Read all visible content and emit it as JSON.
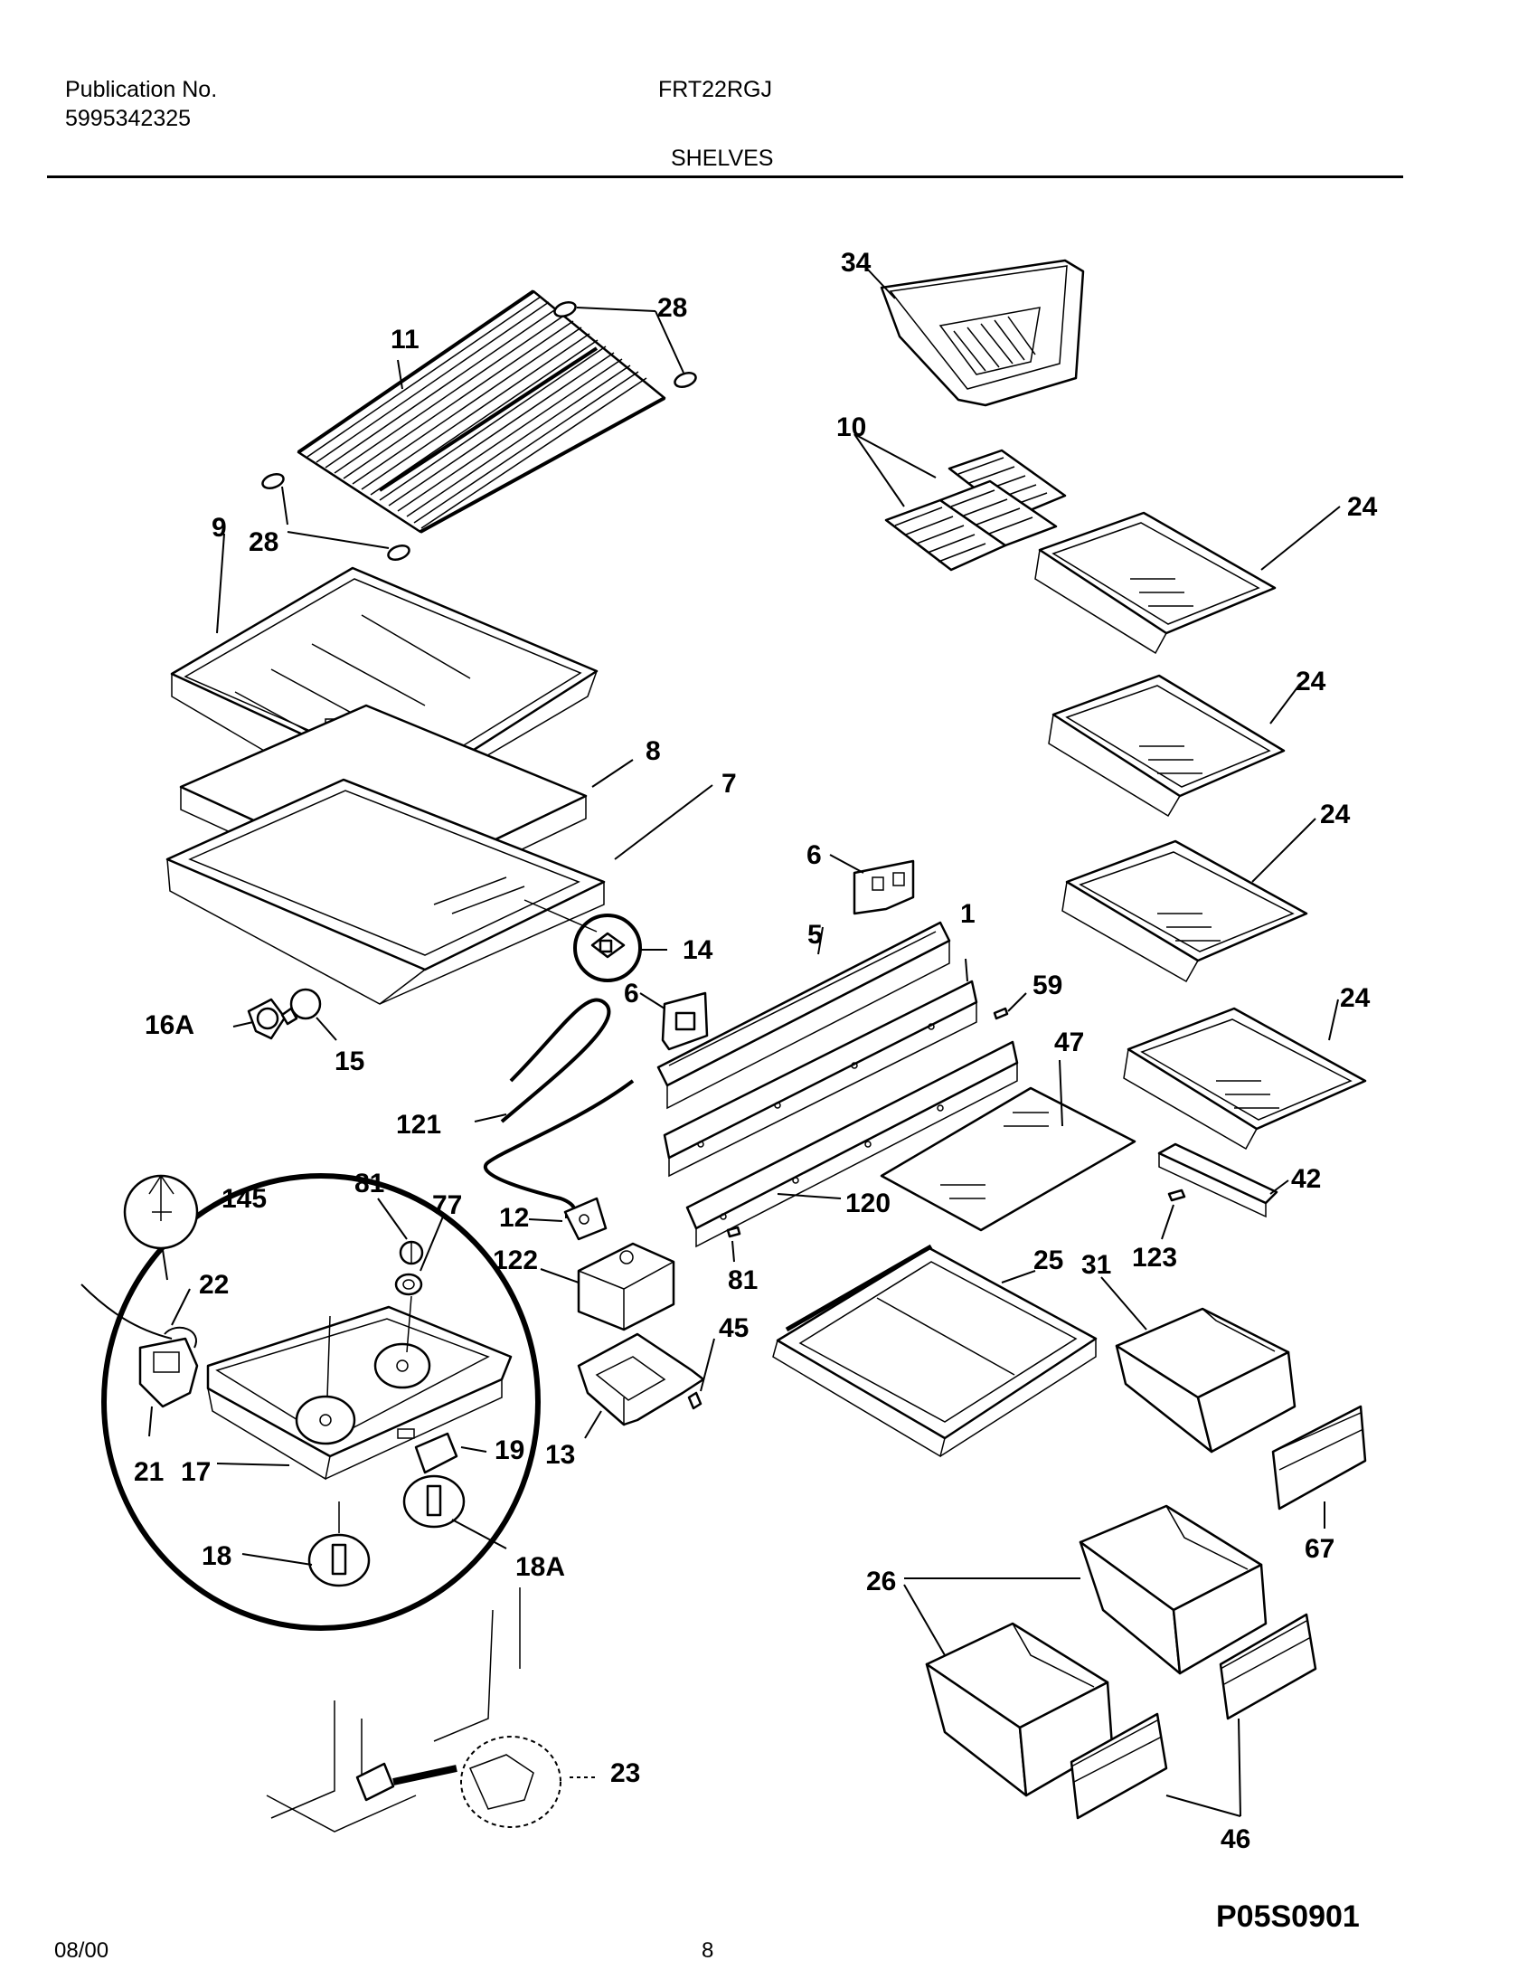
{
  "header": {
    "publication_label": "Publication No.",
    "publication_number": "5995342325",
    "model": "FRT22RGJ",
    "section_title": "SHELVES"
  },
  "footer": {
    "date": "08/00",
    "page_number": "8",
    "drawing_code": "P05S0901"
  },
  "part_labels": {
    "p34": "34",
    "p28a": "28",
    "p11": "11",
    "p10": "10",
    "p24a": "24",
    "p9": "9",
    "p28b": "28",
    "p24b": "24",
    "p8": "8",
    "p7": "7",
    "p24c": "24",
    "p6a": "6",
    "p1": "1",
    "p5": "5",
    "p14": "14",
    "p59": "59",
    "p24d": "24",
    "p47": "47",
    "p16a": "16A",
    "p15": "15",
    "p6b": "6",
    "p121": "121",
    "p145": "145",
    "p81a": "81",
    "p77": "77",
    "p12": "12",
    "p120": "120",
    "p42": "42",
    "p123": "123",
    "p122": "122",
    "p22": "22",
    "p81b": "81",
    "p25": "25",
    "p31": "31",
    "p45": "45",
    "p19": "19",
    "p21": "21",
    "p17": "17",
    "p13": "13",
    "p67": "67",
    "p18": "18",
    "p18a": "18A",
    "p26": "26",
    "p23": "23",
    "p46": "46"
  }
}
